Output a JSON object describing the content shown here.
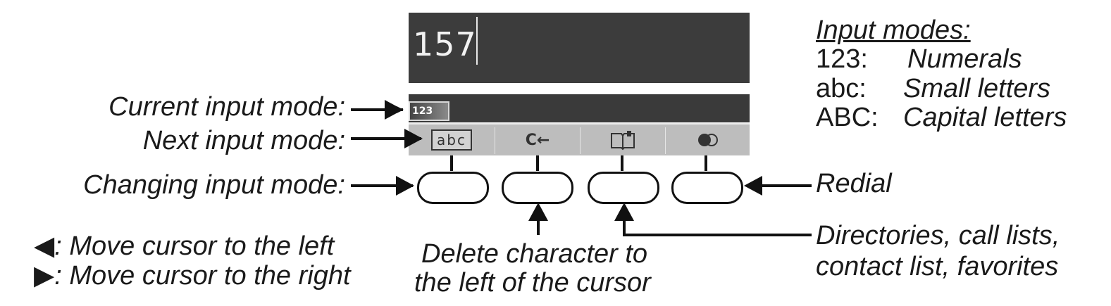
{
  "display": {
    "value": "157",
    "mode_badge": "123"
  },
  "softkeys": {
    "next_mode": "abc",
    "delete": "C←",
    "directories_icon": "book-icon",
    "redial_icon": "redial-icon"
  },
  "labels": {
    "current_mode": "Current input mode:",
    "next_mode": "Next input mode:",
    "changing_mode": "Changing input mode:",
    "redial": "Redial",
    "directories_line1": "Directories, call lists,",
    "directories_line2": "contact list, favorites",
    "delete_line1": "Delete character to",
    "delete_line2": "the left of the cursor",
    "cursor_left_symbol": "◀",
    "cursor_left": ": Move cursor to the left",
    "cursor_right_symbol": "▶",
    "cursor_right": ": Move cursor to the right"
  },
  "legend": {
    "title": "Input modes:",
    "rows": [
      {
        "key": "123:",
        "value": "Numerals"
      },
      {
        "key": "abc:",
        "value": "Small letters"
      },
      {
        "key": "ABC:",
        "value": "Capital letters"
      }
    ]
  }
}
